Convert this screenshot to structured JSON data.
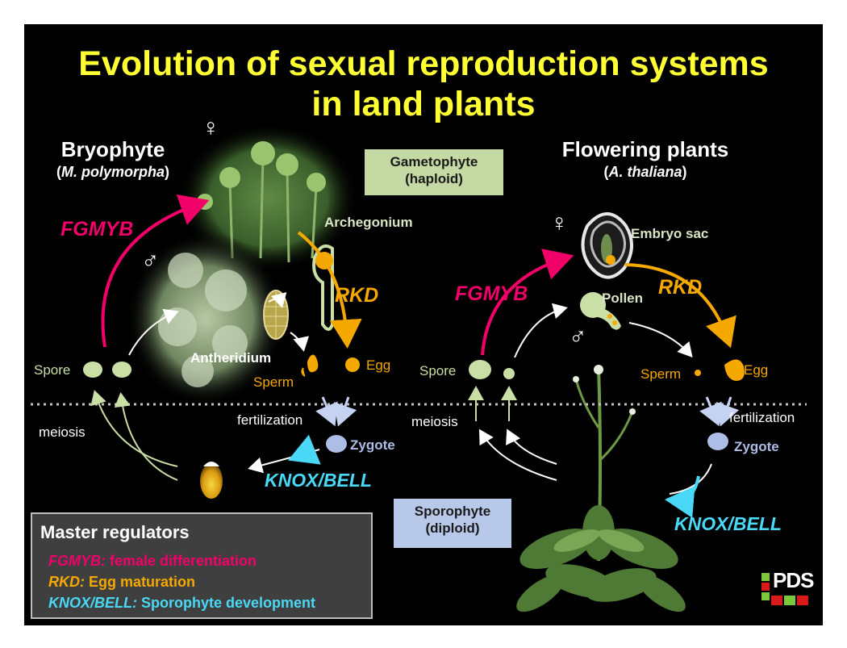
{
  "title": {
    "line1": "Evolution of sexual reproduction systems",
    "line2": "in land plants"
  },
  "bryophyte": {
    "heading": "Bryophyte",
    "species_open": "(",
    "species": "M. polymorpha",
    "species_close": ")"
  },
  "flowering": {
    "heading": "Flowering plants",
    "species_open": "(",
    "species": "A. thaliana",
    "species_close": ")"
  },
  "phases": {
    "gametophyte_line1": "Gametophyte",
    "gametophyte_line2": "(haploid)",
    "sporophyte_line1": "Sporophyte",
    "sporophyte_line2": "(diploid)"
  },
  "symbols": {
    "female": "♀",
    "male": "♂"
  },
  "left_labels": {
    "archegonium": "Archegonium",
    "antheridium": "Antheridium",
    "sperm": "Sperm",
    "egg": "Egg",
    "spore": "Spore",
    "meiosis": "meiosis",
    "fertilization": "fertilization",
    "zygote": "Zygote"
  },
  "right_labels": {
    "embryo_sac": "Embryo sac",
    "pollen": "Pollen",
    "sperm": "Sperm",
    "egg": "Egg",
    "spore": "Spore",
    "meiosis": "meiosis",
    "fertilization": "fertilization",
    "zygote": "Zygote"
  },
  "genes": {
    "fgmyb": "FGMYB",
    "rkd": "RKD",
    "knox_bell": "KNOX/BELL"
  },
  "legend": {
    "heading": "Master regulators",
    "rows": [
      {
        "gene": "FGMYB:",
        "desc": "female differentiation"
      },
      {
        "gene": "RKD:",
        "desc": "Egg maturation"
      },
      {
        "gene": "KNOX/BELL:",
        "desc": "Sporophyte development"
      }
    ]
  },
  "logo": {
    "text": "PDS"
  },
  "colors": {
    "title": "#ffff33",
    "fgmyb": "#f2006a",
    "rkd": "#f5a800",
    "knox_bell": "#49d8f5",
    "gametophyte_box": "#c5d9a5",
    "sporophyte_box": "#b8c8e8",
    "spore": "#c9dfa6",
    "zygote": "#aebde6"
  }
}
